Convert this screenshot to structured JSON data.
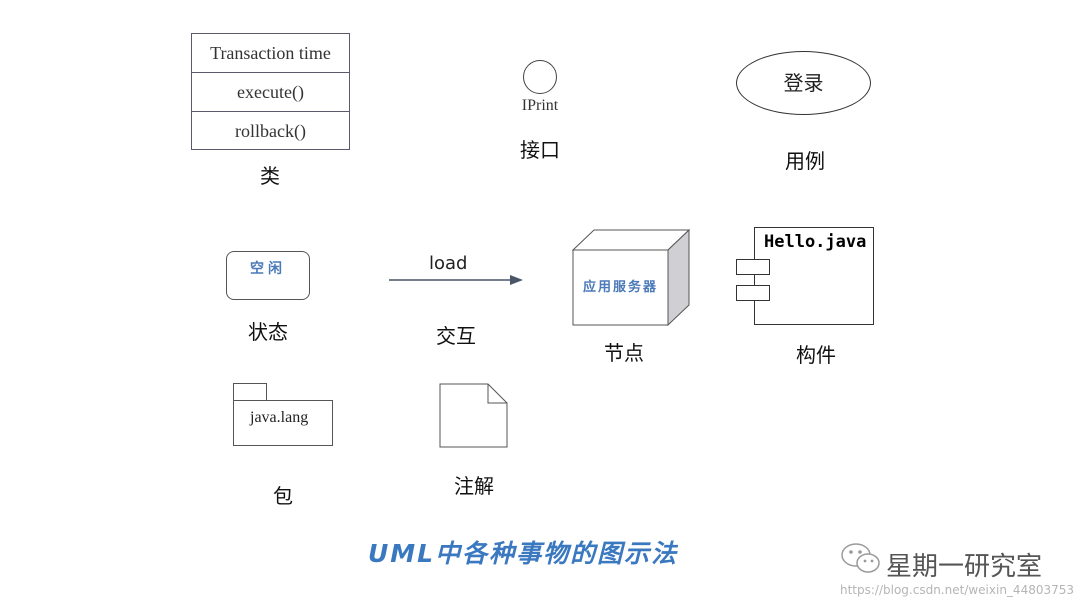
{
  "class_box": {
    "rows": [
      "Transaction time",
      "execute()",
      "rollback()"
    ],
    "caption": "类"
  },
  "interface": {
    "name": "IPrint",
    "caption": "接口"
  },
  "use_case": {
    "label": "登录",
    "caption": "用例"
  },
  "state": {
    "label": "空闲",
    "caption": "状态"
  },
  "interaction": {
    "label": "load",
    "caption": "交互"
  },
  "node": {
    "label": "应用服务器",
    "caption": "节点"
  },
  "component": {
    "title": "Hello.java",
    "caption": "构件"
  },
  "package": {
    "label": "java.lang",
    "caption": "包"
  },
  "note": {
    "caption": "注解"
  },
  "footer": {
    "title": "UML中各种事物的图示法",
    "brand": "星期一研究室",
    "watermark": "https://blog.csdn.net/weixin_44803753"
  },
  "colors": {
    "accent_blue": "#3a78c0",
    "state_text": "#4a7ab8",
    "node_text": "#4a7ab8",
    "arrow": "#4a5568"
  }
}
